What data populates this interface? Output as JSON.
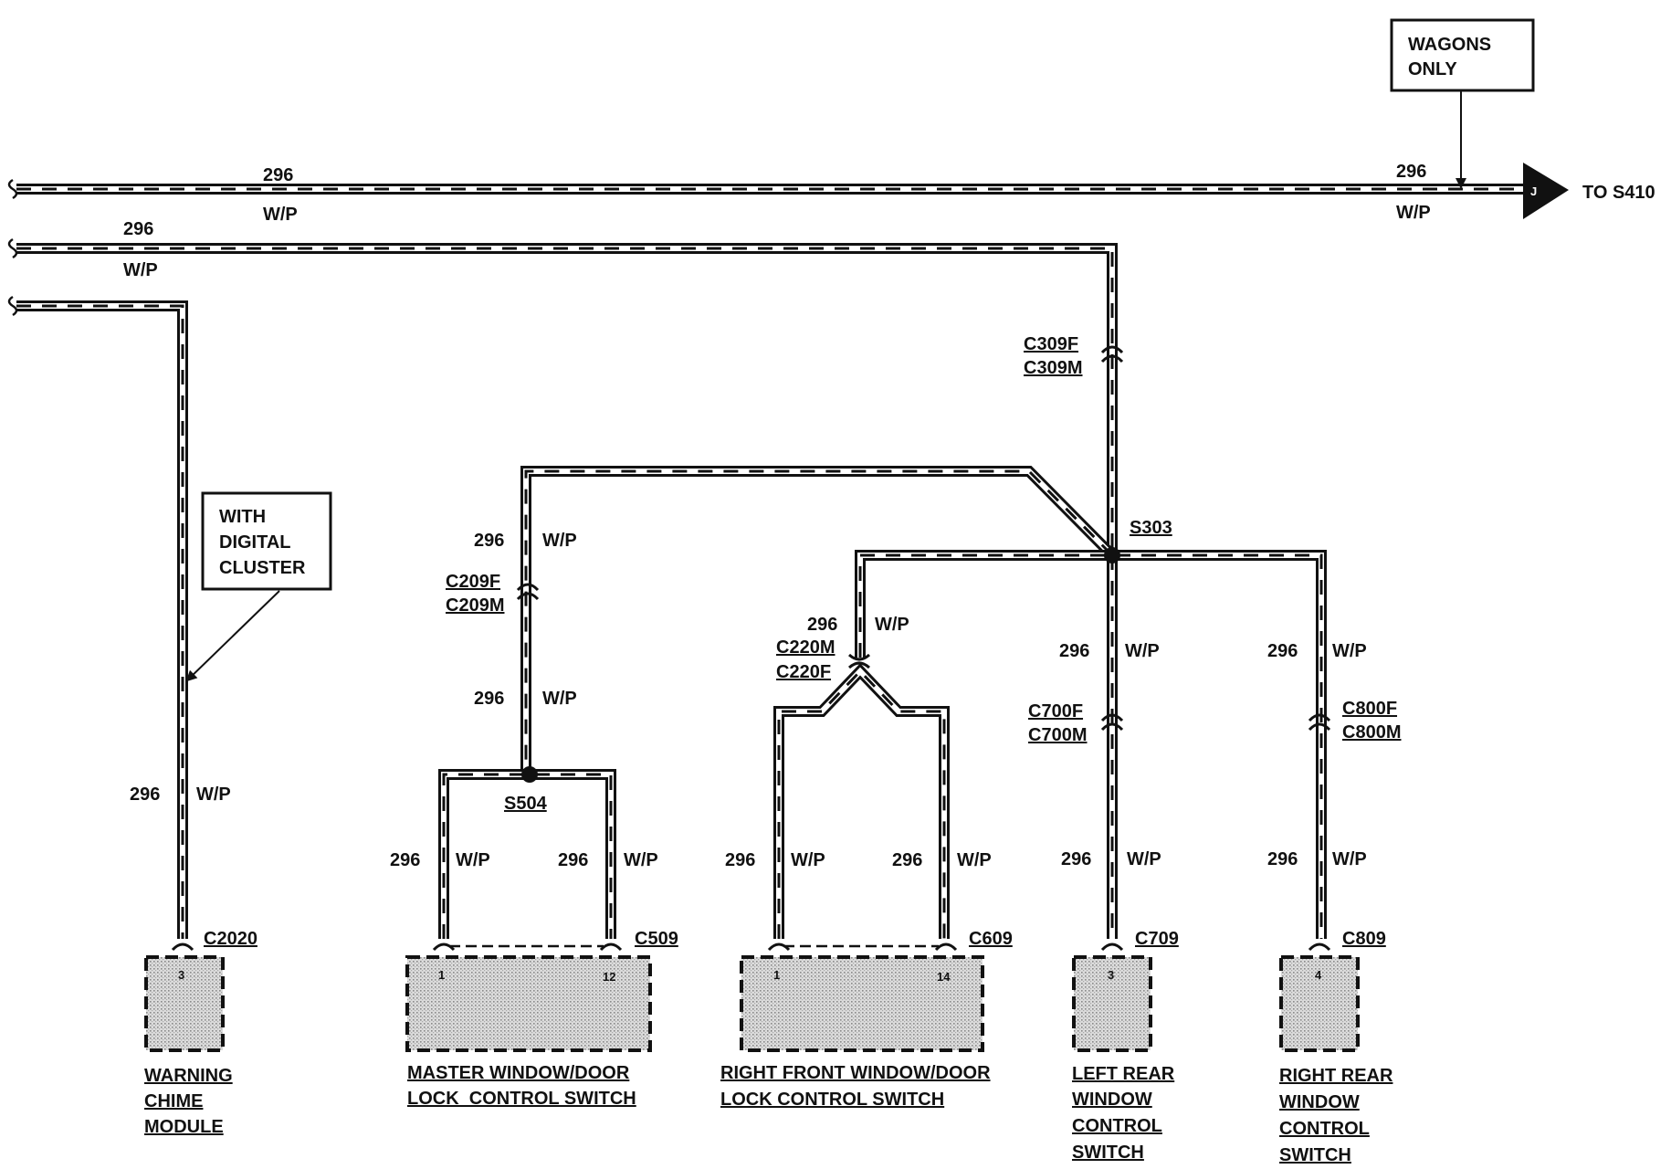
{
  "wire": {
    "circuit": "296",
    "color": "W/P"
  },
  "notes": {
    "wagons_only": [
      "WAGONS",
      "ONLY"
    ],
    "digital_cluster": [
      "WITH",
      "DIGITAL",
      "CLUSTER"
    ],
    "to_s410": "TO S410",
    "connector_symbol": "J"
  },
  "splices": {
    "s303": "S303",
    "s504": "S504"
  },
  "inline_connectors": {
    "c309": [
      "C309F",
      "C309M"
    ],
    "c209": [
      "C209F",
      "C209M"
    ],
    "c220": [
      "C220M",
      "C220F"
    ],
    "c700": [
      "C700F",
      "C700M"
    ],
    "c800": [
      "C800F",
      "C800M"
    ]
  },
  "components": [
    {
      "connector": "C2020",
      "pins": [
        "3"
      ],
      "name": [
        "WARNING",
        "CHIME",
        "MODULE"
      ]
    },
    {
      "connector": "C509",
      "pins": [
        "1",
        "12"
      ],
      "name": [
        "MASTER WINDOW/DOOR",
        "LOCK  CONTROL SWITCH"
      ]
    },
    {
      "connector": "C609",
      "pins": [
        "1",
        "14"
      ],
      "name": [
        "RIGHT FRONT WINDOW/DOOR",
        "LOCK CONTROL SWITCH"
      ]
    },
    {
      "connector": "C709",
      "pins": [
        "3"
      ],
      "name": [
        "LEFT REAR",
        "WINDOW",
        "CONTROL",
        "SWITCH"
      ]
    },
    {
      "connector": "C809",
      "pins": [
        "4"
      ],
      "name": [
        "RIGHT REAR",
        "WINDOW",
        "CONTROL",
        "SWITCH"
      ]
    }
  ],
  "colors": {
    "ink": "#111111",
    "wire_fill": "#ffffff",
    "component_shade": "#c8c8c8"
  }
}
